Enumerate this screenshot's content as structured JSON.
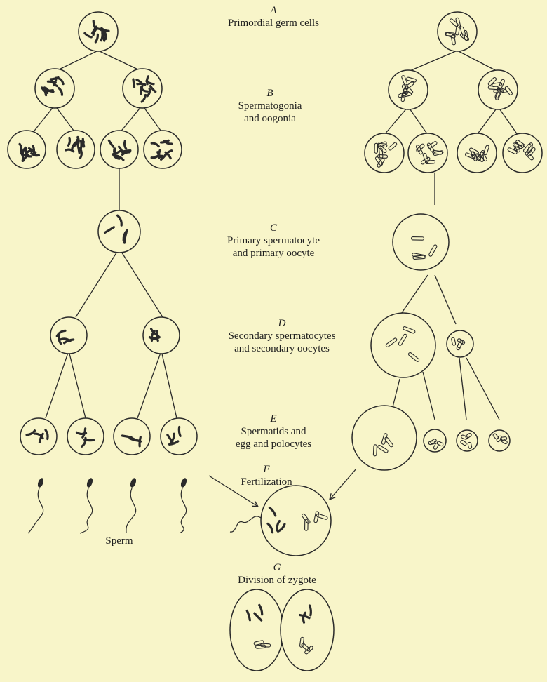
{
  "stages": [
    {
      "letter": "A",
      "lines": [
        "Primordial germ cells"
      ]
    },
    {
      "letter": "B",
      "lines": [
        "Spermatogonia",
        "and oogonia"
      ]
    },
    {
      "letter": "C",
      "lines": [
        "Primary spermatocyte",
        "and primary oocyte"
      ]
    },
    {
      "letter": "D",
      "lines": [
        "Secondary spermatocytes",
        "and secondary oocytes"
      ]
    },
    {
      "letter": "E",
      "lines": [
        "Spermatids and",
        "egg and polocytes"
      ]
    },
    {
      "letter": "F",
      "lines": [
        "Fertilization"
      ]
    },
    {
      "letter": "G",
      "lines": [
        "Division of zygote"
      ]
    }
  ],
  "sperm_label": "Sperm",
  "colors": {
    "background": "#f8f5c9",
    "ink": "#1e1e1e",
    "stroke": "#2a2a2a"
  }
}
